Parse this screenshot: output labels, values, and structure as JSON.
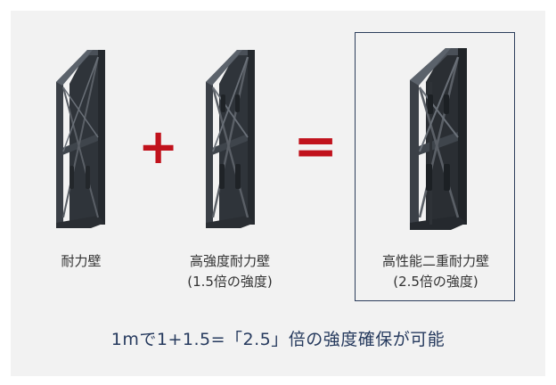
{
  "colors": {
    "background": "#f2f2f2",
    "operator": "#c1121c",
    "caption": "#263a5e",
    "frame": "#3a3f46"
  },
  "operators": {
    "plus": "+",
    "equals": "="
  },
  "items": [
    {
      "label": "耐力壁",
      "sublabel": ""
    },
    {
      "label": "高強度耐力壁",
      "sublabel": "(1.5倍の強度)"
    },
    {
      "label": "高性能二重耐力壁",
      "sublabel": "(2.5倍の強度)"
    }
  ],
  "caption": "1mで1+1.5=「2.5」倍の強度確保が可能"
}
